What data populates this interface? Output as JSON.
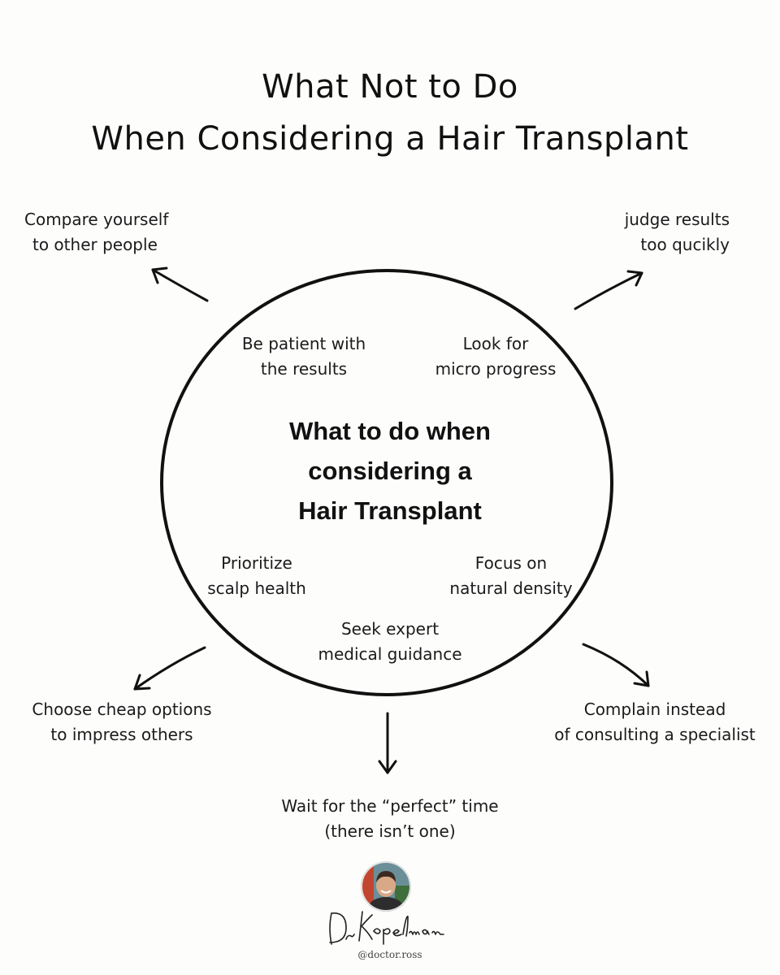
{
  "header": {
    "title_line1": "What Not to Do",
    "title_line2": "When Considering a Hair Transplant"
  },
  "center": {
    "line1": "What to do when",
    "line2": "considering a",
    "line3": "Hair Transplant"
  },
  "inside_circle": {
    "patient": {
      "line1": "Be patient with",
      "line2": "the results"
    },
    "micro": {
      "line1": "Look for",
      "line2": "micro progress"
    },
    "scalp": {
      "line1": "Prioritize",
      "line2": "scalp health"
    },
    "density": {
      "line1": "Focus on",
      "line2": "natural density"
    },
    "expert": {
      "line1": "Seek expert",
      "line2": "medical guidance"
    }
  },
  "outside": {
    "compare": {
      "line1": "Compare yourself",
      "line2": "to other people"
    },
    "judge": {
      "line1": "judge results",
      "line2": "too qucikly"
    },
    "cheap": {
      "line1": "Choose cheap options",
      "line2": "to impress others"
    },
    "complain": {
      "line1": "Complain instead",
      "line2": "of consulting a specialist"
    },
    "wait": {
      "line1": "Wait for the “perfect” time",
      "line2": "(there isn’t one)"
    }
  },
  "branding": {
    "signature": "Dr Kopelman",
    "handle": "@doctor.ross"
  }
}
